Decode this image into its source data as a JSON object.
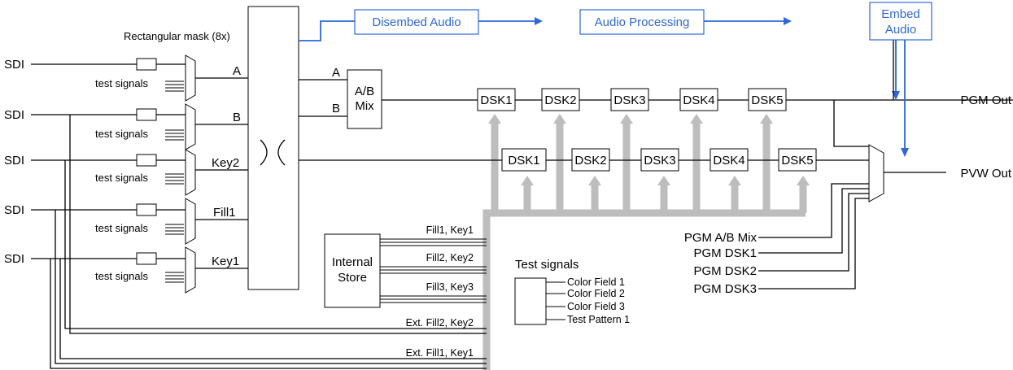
{
  "inputs": [
    "SDI",
    "SDI",
    "SDI",
    "SDI",
    "SDI"
  ],
  "mask_label": "Rectangular mask (8x)",
  "test_signals_label": "test signals",
  "crosspoint_outputs": [
    "A",
    "B",
    "Key2",
    "Fill1",
    "Key1"
  ],
  "mix": {
    "in_a": "A",
    "in_b": "B",
    "label_line1": "A/B",
    "label_line2": "Mix"
  },
  "pgm_dsk": [
    "DSK1",
    "DSK2",
    "DSK3",
    "DSK4",
    "DSK5"
  ],
  "pvw_dsk": [
    "DSK1",
    "DSK2",
    "DSK3",
    "DSK4",
    "DSK5"
  ],
  "outputs": {
    "pgm": "PGM Out",
    "pvw": "PVW Out"
  },
  "audio": {
    "disembed": "Disembed Audio",
    "processing": "Audio Processing",
    "embed_line1": "Embed",
    "embed_line2": "Audio"
  },
  "internal_store": {
    "line1": "Internal",
    "line2": "Store"
  },
  "store_outputs": [
    "Fill1, Key1",
    "Fill2, Key2",
    "Fill3, Key3"
  ],
  "external_inputs": [
    "Ext. Fill2, Key2",
    "Ext. Fill1, Key1"
  ],
  "test_signals": {
    "title": "Test signals",
    "items": [
      "Color Field 1",
      "Color Field 2",
      "Color Field 3",
      "Test Pattern 1"
    ]
  },
  "pvw_mux_inputs": [
    "PGM A/B Mix",
    "PGM DSK1",
    "PGM DSK2",
    "PGM DSK3"
  ],
  "colors": {
    "signal": "#000000",
    "audio": "#2f67d8",
    "bus": "#bdbdbd"
  }
}
